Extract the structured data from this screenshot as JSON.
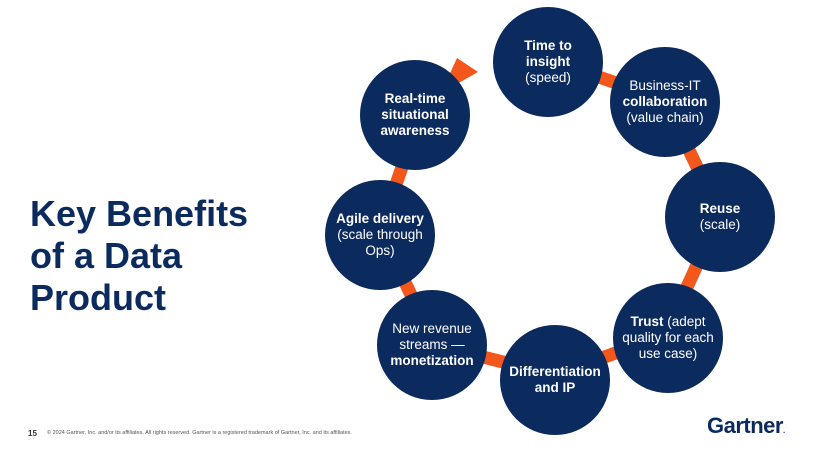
{
  "title_lines": [
    "Key Benefits",
    "of a Data",
    "Product"
  ],
  "colors": {
    "navy": "#0b2a5e",
    "orange": "#f4571c",
    "white": "#ffffff"
  },
  "nodes": [
    {
      "id": "time",
      "lines": [
        [
          "Time to",
          true
        ],
        [
          "insight",
          true
        ],
        [
          "(speed)",
          false
        ]
      ]
    },
    {
      "id": "business",
      "lines": [
        [
          "Business-IT",
          false
        ],
        [
          "collaboration",
          true
        ],
        [
          "(value chain)",
          false
        ]
      ]
    },
    {
      "id": "reuse",
      "lines": [
        [
          "Reuse",
          true
        ],
        [
          "(scale)",
          false
        ]
      ]
    },
    {
      "id": "trust",
      "lines": [
        [
          "Trust (adept",
          "mixed"
        ],
        [
          "quality for each",
          false
        ],
        [
          "use case)",
          false
        ]
      ]
    },
    {
      "id": "differentiation",
      "lines": [
        [
          "Differentiation",
          true
        ],
        [
          "and IP",
          true
        ]
      ]
    },
    {
      "id": "revenue",
      "lines": [
        [
          "New revenue",
          false
        ],
        [
          "streams —",
          false
        ],
        [
          "monetization",
          true
        ]
      ]
    },
    {
      "id": "agile",
      "lines": [
        [
          "Agile delivery",
          true
        ],
        [
          "(scale through",
          false
        ],
        [
          "Ops)",
          false
        ]
      ]
    },
    {
      "id": "realtime",
      "lines": [
        [
          "Real-time",
          true
        ],
        [
          "situational",
          true
        ],
        [
          "awareness",
          true
        ]
      ]
    }
  ],
  "trust_parts": {
    "bold": "Trust",
    "rest": " (adept"
  },
  "footer": {
    "page_number": "15",
    "copyright": "© 2024 Gartner, Inc. and/or its affiliates. All rights reserved. Gartner is a registered trademark of Gartner, Inc. and its affiliates."
  },
  "logo": {
    "text": "Gartner",
    "mark": "."
  }
}
